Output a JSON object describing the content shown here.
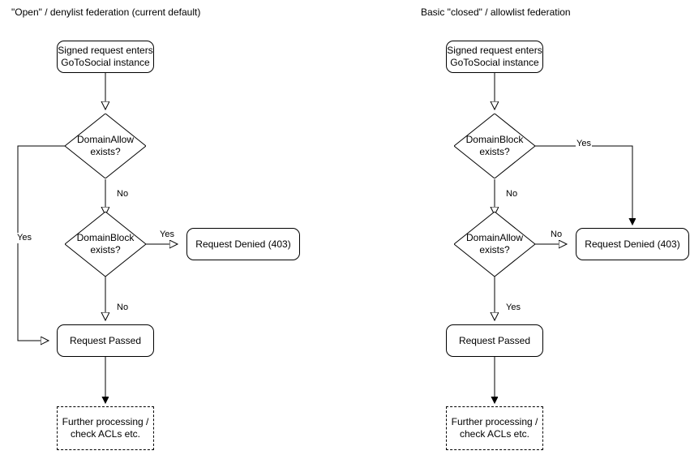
{
  "diagram": {
    "type": "flowchart",
    "background": "#ffffff",
    "stroke_color": "#000000",
    "text_color": "#000000",
    "panels": [
      {
        "id": "open-denylist",
        "title": "\"Open\" / denylist federation (current default)",
        "nodes": [
          {
            "id": "entry",
            "shape": "rounded",
            "text": "Signed request enters\nGoToSocial instance"
          },
          {
            "id": "allow",
            "shape": "diamond",
            "text": "DomainAllow\nexists?"
          },
          {
            "id": "block",
            "shape": "diamond",
            "text": "DomainBlock\nexists?"
          },
          {
            "id": "denied",
            "shape": "rounded",
            "text": "Request Denied (403)"
          },
          {
            "id": "passed",
            "shape": "rounded",
            "text": "Request Passed"
          },
          {
            "id": "further",
            "shape": "dashed",
            "text": "Further processing /\ncheck ACLs etc."
          }
        ],
        "edges": [
          {
            "from": "entry",
            "to": "allow",
            "label": ""
          },
          {
            "from": "allow",
            "to": "passed",
            "label": "Yes"
          },
          {
            "from": "allow",
            "to": "block",
            "label": "No"
          },
          {
            "from": "block",
            "to": "denied",
            "label": "Yes"
          },
          {
            "from": "block",
            "to": "passed",
            "label": "No"
          },
          {
            "from": "passed",
            "to": "further",
            "label": ""
          }
        ]
      },
      {
        "id": "closed-allowlist",
        "title": "Basic \"closed\" / allowlist federation",
        "nodes": [
          {
            "id": "entry",
            "shape": "rounded",
            "text": "Signed request enters\nGoToSocial instance"
          },
          {
            "id": "block",
            "shape": "diamond",
            "text": "DomainBlock\nexists?"
          },
          {
            "id": "allow",
            "shape": "diamond",
            "text": "DomainAllow\nexists?"
          },
          {
            "id": "denied",
            "shape": "rounded",
            "text": "Request Denied (403)"
          },
          {
            "id": "passed",
            "shape": "rounded",
            "text": "Request Passed"
          },
          {
            "id": "further",
            "shape": "dashed",
            "text": "Further processing /\ncheck ACLs etc."
          }
        ],
        "edges": [
          {
            "from": "entry",
            "to": "block",
            "label": ""
          },
          {
            "from": "block",
            "to": "denied",
            "label": "Yes"
          },
          {
            "from": "block",
            "to": "allow",
            "label": "No"
          },
          {
            "from": "allow",
            "to": "denied",
            "label": "No"
          },
          {
            "from": "allow",
            "to": "passed",
            "label": "Yes"
          },
          {
            "from": "passed",
            "to": "further",
            "label": ""
          }
        ]
      }
    ]
  }
}
